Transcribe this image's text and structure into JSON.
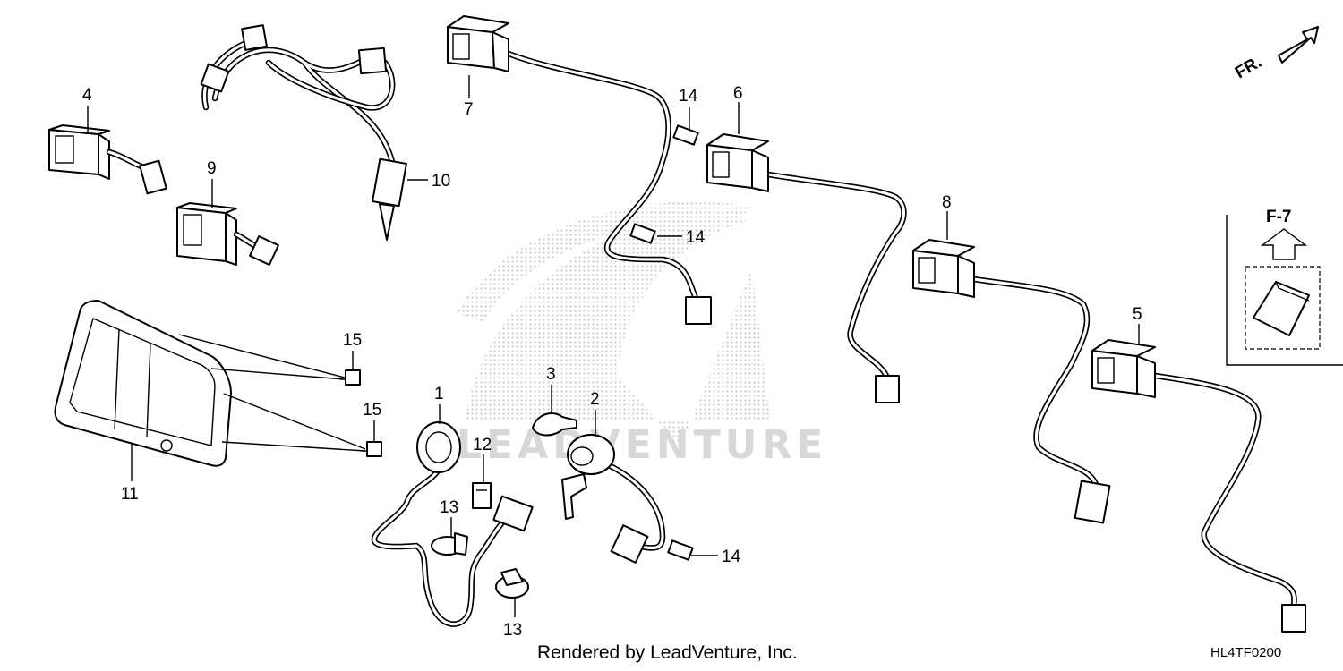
{
  "diagram": {
    "callouts": {
      "c1": "1",
      "c2": "2",
      "c3": "3",
      "c4": "4",
      "c5": "5",
      "c6": "6",
      "c7": "7",
      "c8": "8",
      "c9": "9",
      "c10": "10",
      "c11": "11",
      "c12": "12",
      "c13a": "13",
      "c13b": "13",
      "c14a": "14",
      "c14b": "14",
      "c14c": "14",
      "c15a": "15",
      "c15b": "15"
    },
    "front_indicator": "FR.",
    "inset_reference": "F-7",
    "watermark_text": "LEADVENTURE",
    "credit": "Rendered by LeadVenture, Inc.",
    "diagram_code": "HL4TF0200"
  }
}
